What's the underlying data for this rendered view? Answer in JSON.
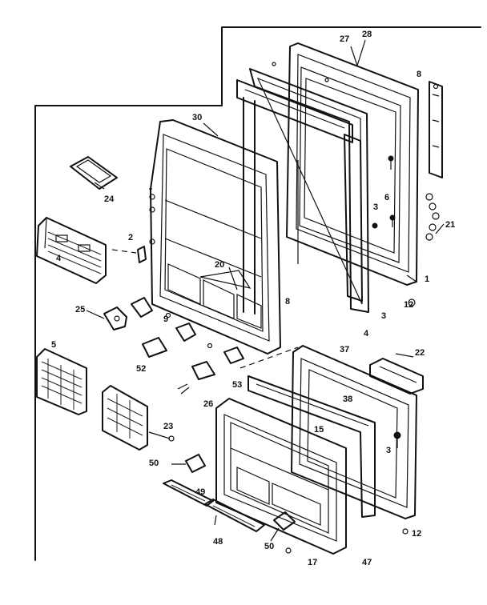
{
  "callouts": [
    {
      "id": "c27",
      "text": "27"
    },
    {
      "id": "c28",
      "text": "28"
    },
    {
      "id": "c30",
      "text": "30"
    },
    {
      "id": "c8a",
      "text": "8"
    },
    {
      "id": "c24",
      "text": "24"
    },
    {
      "id": "c2",
      "text": "2"
    },
    {
      "id": "c4a",
      "text": "4"
    },
    {
      "id": "c20",
      "text": "20"
    },
    {
      "id": "c3a",
      "text": "3"
    },
    {
      "id": "c6a",
      "text": "6"
    },
    {
      "id": "c21",
      "text": "21"
    },
    {
      "id": "c1",
      "text": "1"
    },
    {
      "id": "c12a",
      "text": "12"
    },
    {
      "id": "c25",
      "text": "25"
    },
    {
      "id": "c9",
      "text": "9"
    },
    {
      "id": "c8b",
      "text": "8"
    },
    {
      "id": "c3b",
      "text": "3"
    },
    {
      "id": "c4b",
      "text": "4"
    },
    {
      "id": "c5",
      "text": "5"
    },
    {
      "id": "c52",
      "text": "52"
    },
    {
      "id": "c53",
      "text": "53"
    },
    {
      "id": "c37",
      "text": "37"
    },
    {
      "id": "c22",
      "text": "22"
    },
    {
      "id": "c26",
      "text": "26"
    },
    {
      "id": "c38",
      "text": "38"
    },
    {
      "id": "c15",
      "text": "15"
    },
    {
      "id": "c23",
      "text": "23"
    },
    {
      "id": "c3c",
      "text": "3"
    },
    {
      "id": "c50a",
      "text": "50"
    },
    {
      "id": "c49",
      "text": "49"
    },
    {
      "id": "c48",
      "text": "48"
    },
    {
      "id": "c50b",
      "text": "50"
    },
    {
      "id": "c17",
      "text": "17"
    },
    {
      "id": "c47",
      "text": "47"
    },
    {
      "id": "c12b",
      "text": "12"
    }
  ]
}
